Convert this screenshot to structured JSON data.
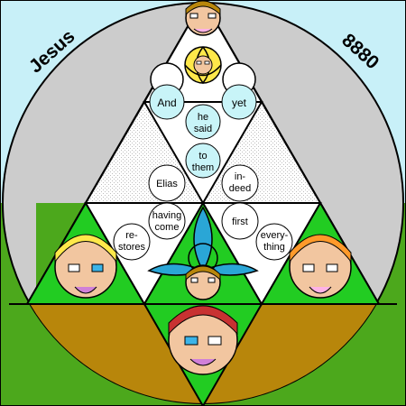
{
  "corner_labels": {
    "left": "Jesus",
    "right": "8880"
  },
  "phrase_bubbles": {
    "and": "And",
    "yet": "yet",
    "he_line1": "he",
    "he_line2": "said",
    "to_line1": "to",
    "to_line2": "them",
    "elias": "Elias",
    "indeed_line1": "in-",
    "indeed_line2": "deed",
    "having_line1": "having",
    "having_line2": "come",
    "first": "first",
    "restores_line1": "re-",
    "restores_line2": "stores",
    "everything_line1": "every-",
    "everything_line2": "thing"
  },
  "colors": {
    "sky": "#c8f0f8",
    "grass": "#4ca81c",
    "earth": "#b8860b",
    "disc": "#cccccc",
    "green": "#22cc22",
    "white": "#ffffff",
    "bubble_blue": "#c8f4f8",
    "petal_blue": "#2aa6d6",
    "outline": "#000000"
  },
  "icons": [
    "face-icon",
    "trinity-knot-icon",
    "triquetra-icon"
  ]
}
